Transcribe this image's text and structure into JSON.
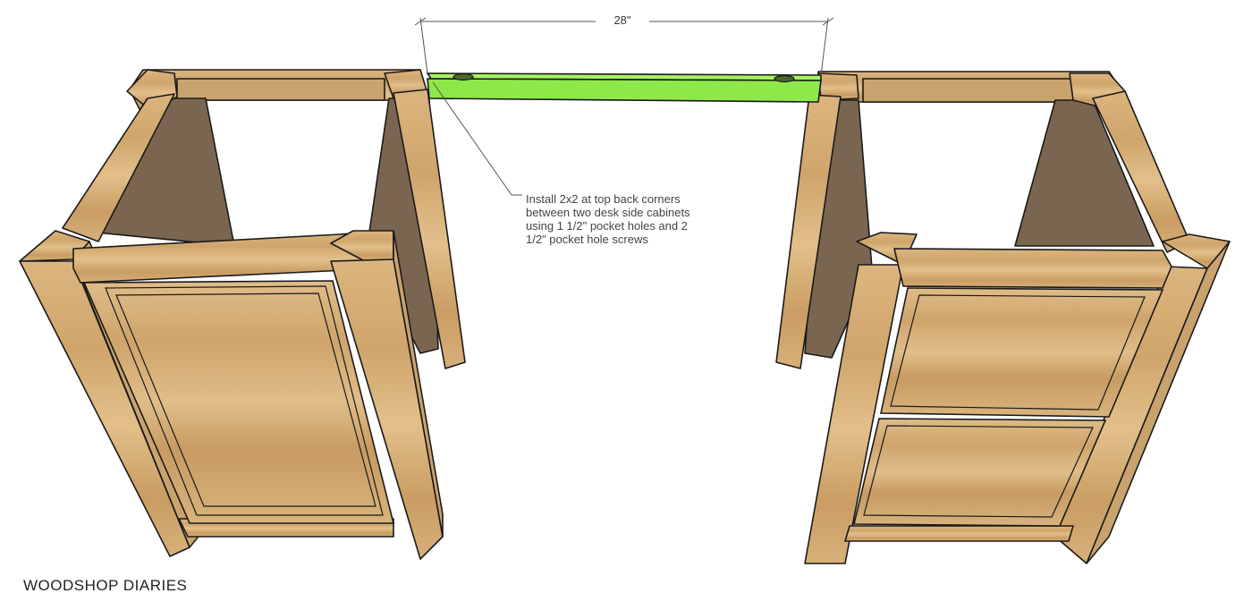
{
  "dimension": {
    "label": "28\""
  },
  "callout": {
    "text": "Install 2x2 at top back corners between two desk side cabinets using 1 1/2\" pocket holes and 2 1/2\" pocket hole screws"
  },
  "brand": {
    "text": "WOODSHOP DIARIES"
  },
  "colors": {
    "wood": "#d9b27a",
    "highlight": "#8ee84a",
    "outline": "#1a1a1a"
  },
  "components": {
    "left_cabinet": "single door cabinet",
    "right_cabinet": "two drawer cabinet",
    "connector": "2x2 stretcher"
  }
}
